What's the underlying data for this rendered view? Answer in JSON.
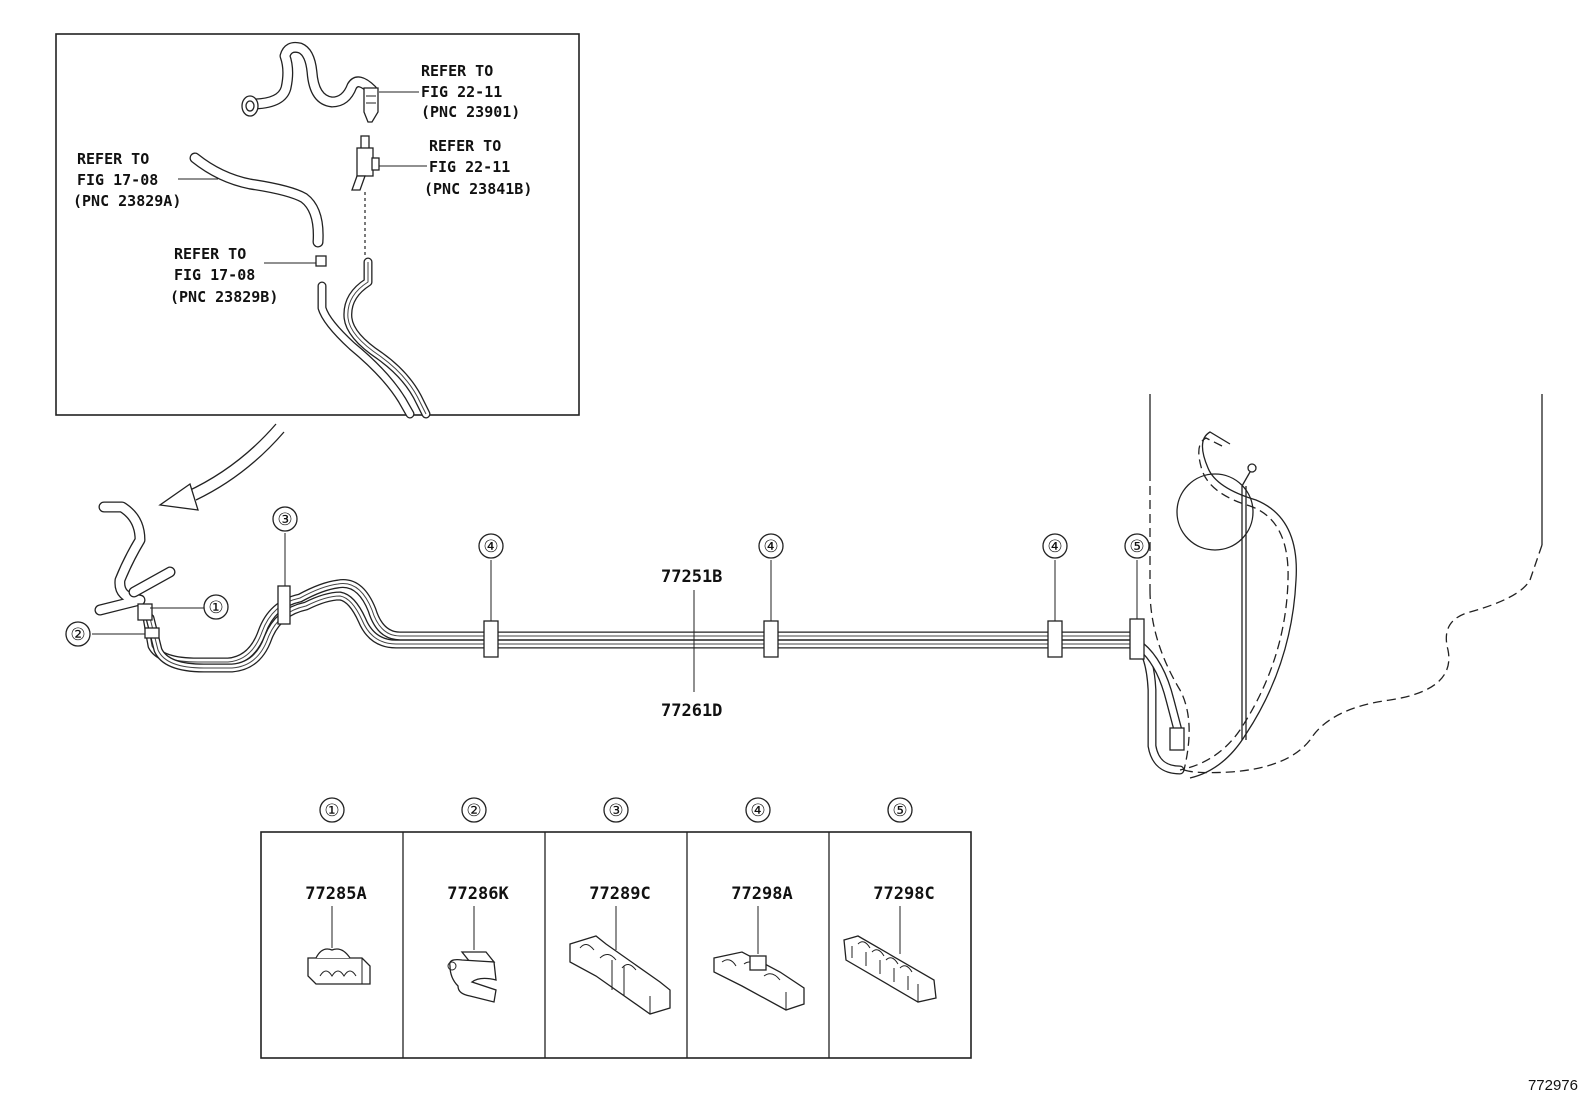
{
  "inset": {
    "refs": [
      {
        "line1": "REFER TO",
        "line2": "FIG 22-11",
        "line3": "(PNC 23901)"
      },
      {
        "line1": "REFER TO",
        "line2": "FIG 22-11",
        "line3": "(PNC 23841B)"
      },
      {
        "line1": "REFER TO",
        "line2": "FIG 17-08",
        "line3": "(PNC 23829A)"
      },
      {
        "line1": "REFER TO",
        "line2": "FIG 17-08",
        "line3": "(PNC 23829B)"
      }
    ]
  },
  "main": {
    "callouts": [
      "①",
      "②",
      "③",
      "④",
      "④",
      "④",
      "⑤"
    ],
    "tube_labels": {
      "upper": "77251B",
      "lower": "77261D"
    }
  },
  "legend": {
    "columns": [
      {
        "num": "①",
        "part": "77285A"
      },
      {
        "num": "②",
        "part": "77286K"
      },
      {
        "num": "③",
        "part": "77289C"
      },
      {
        "num": "④",
        "part": "77298A"
      },
      {
        "num": "⑤",
        "part": "77298C"
      }
    ]
  },
  "figure_id": "772976"
}
